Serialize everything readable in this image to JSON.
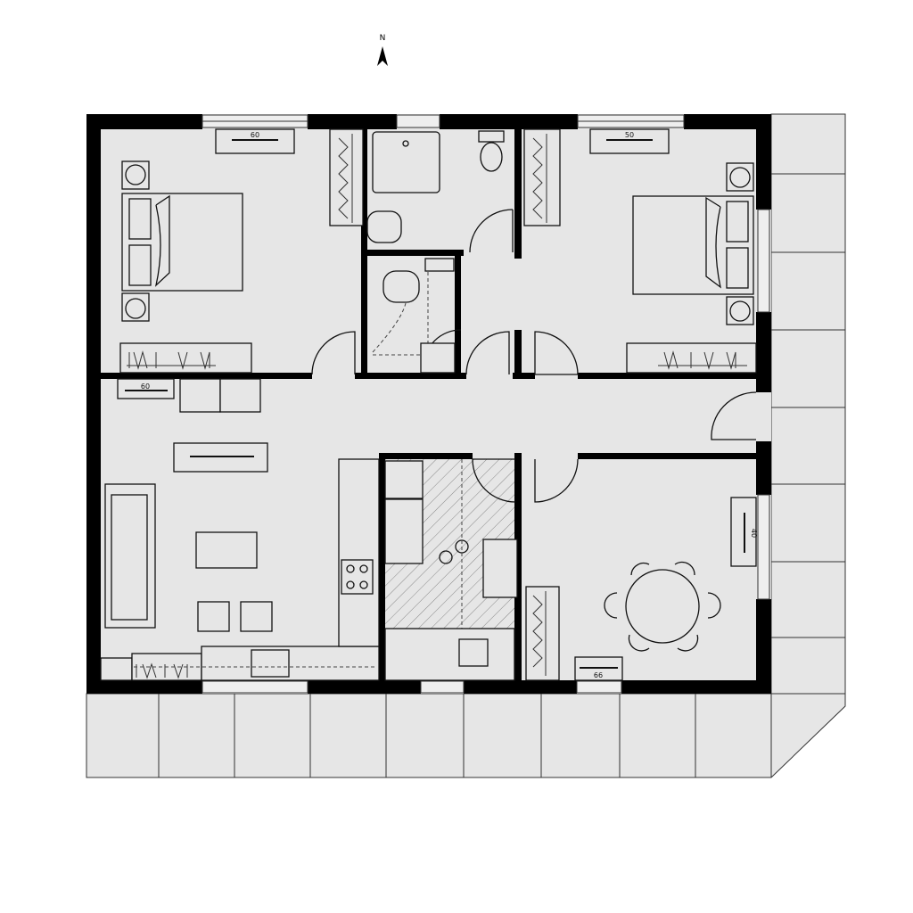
{
  "compass": {
    "label": "N"
  },
  "labels": {
    "bedroom_left_window": "60",
    "bedroom_right_window": "50",
    "living_shelf": "60",
    "dining_window": "40",
    "dining_bottom": "66"
  },
  "colors": {
    "wall": "#000000",
    "floor": "#e6e6e6",
    "background": "#ffffff"
  }
}
